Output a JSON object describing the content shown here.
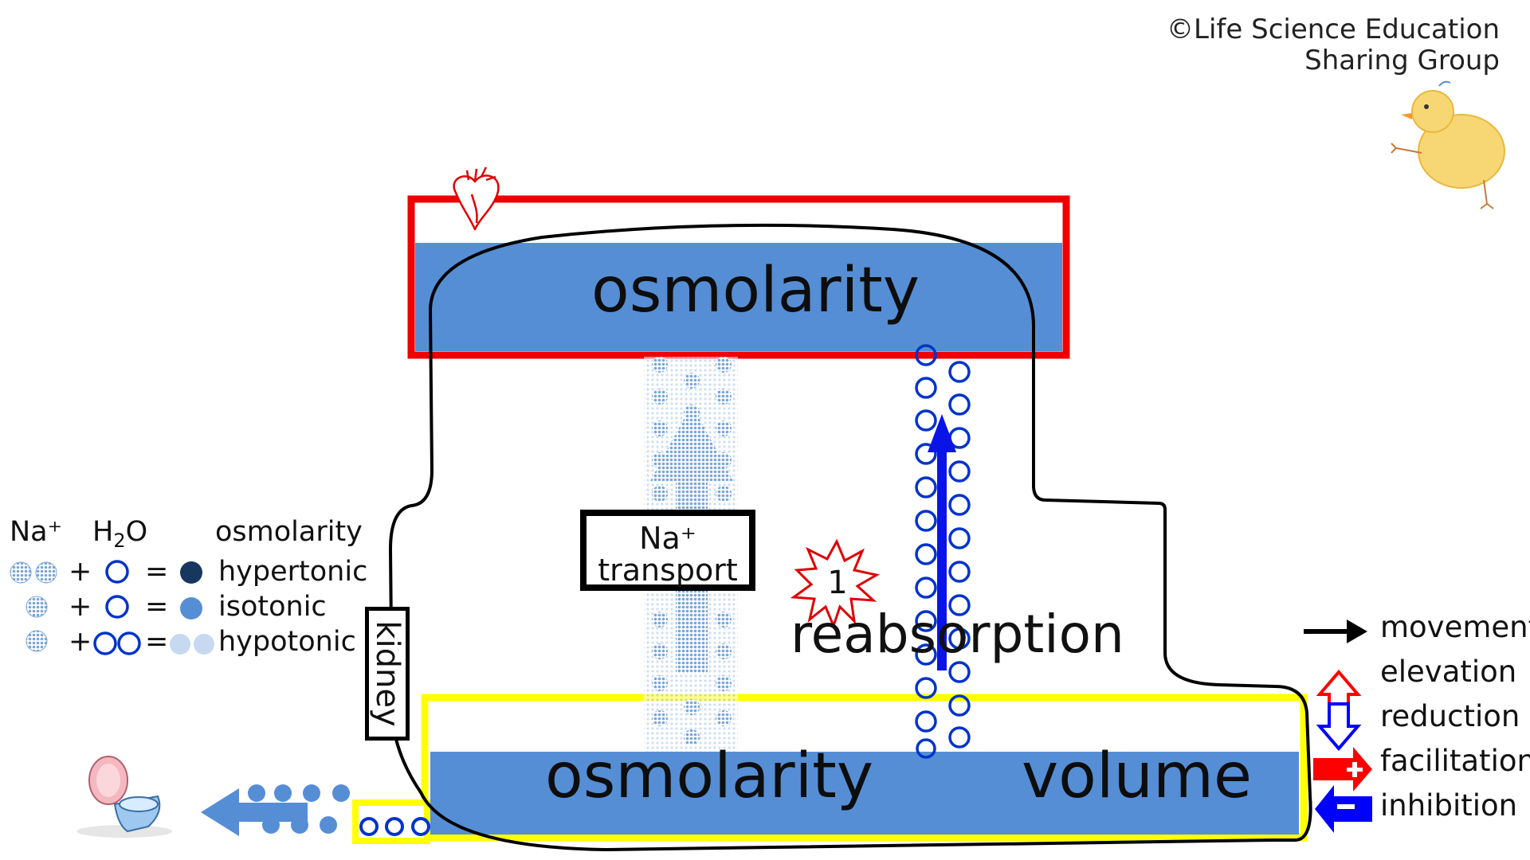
{
  "credit": {
    "line1": "©Life Science Education",
    "line2": "Sharing Group"
  },
  "heart_compartment": {
    "label": "osmolarity"
  },
  "body_compartment": {
    "label_left": "osmolarity",
    "label_right": "volume"
  },
  "na_transport": {
    "line1": "Na⁺",
    "line2": "transport"
  },
  "reabsorption": {
    "label": "reabsorption",
    "badge": "1"
  },
  "kidney": {
    "label": "kidney"
  },
  "legend": {
    "col_na": "Na⁺",
    "col_h2o_prefix": "H",
    "col_h2o_sub": "2",
    "col_h2o_suffix": "O",
    "col_osm": "osmolarity",
    "plus": "+",
    "equals": "=",
    "rows": [
      {
        "result": "hypertonic"
      },
      {
        "result": "isotonic"
      },
      {
        "result": "hypotonic"
      }
    ]
  },
  "key": {
    "items": [
      "movement",
      "elevation",
      "reduction",
      "facilitation",
      "inhibition"
    ]
  },
  "icons": [
    "heart-icon",
    "toilet-icon",
    "chick-mascot-icon"
  ],
  "colors": {
    "heart_box": "#ee0000",
    "body_box": "#ffff00",
    "fluid": "#558ed5",
    "h2o": "#0033cc",
    "arrow_up": "#0a14e6",
    "sodium": "#7aa6d9",
    "hypertonic": "#17375e",
    "isotonic": "#558ed5",
    "hypotonic": "#c6d9f1",
    "elevation": "#ff0000",
    "reduction": "#0000ff",
    "facilitation": "#ff0000",
    "inhibition": "#0000ff"
  }
}
